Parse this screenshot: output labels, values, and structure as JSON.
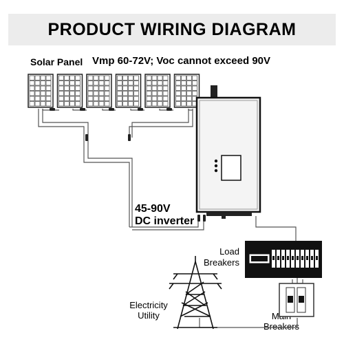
{
  "title": "PRODUCT WIRING DIAGRAM",
  "labels": {
    "solar_panel": "Solar Panel",
    "panel_spec": "Vmp 60-72V; Voc cannot exceed 90V",
    "dc_range": "45-90V",
    "dc_inverter": "DC inverter",
    "load_line1": "Load",
    "load_line2": "Breakers",
    "elec_line1": "Electricity",
    "elec_line2": "Utility",
    "main_line1": "Main",
    "main_line2": "Breakers"
  },
  "components": {
    "solar_panel_count": 6,
    "load_breaker_count": 10,
    "main_breaker_count": 2,
    "display_led_count": 3
  },
  "colors": {
    "title_bg": "#ececec",
    "line": "#555555",
    "dark": "#111111"
  }
}
